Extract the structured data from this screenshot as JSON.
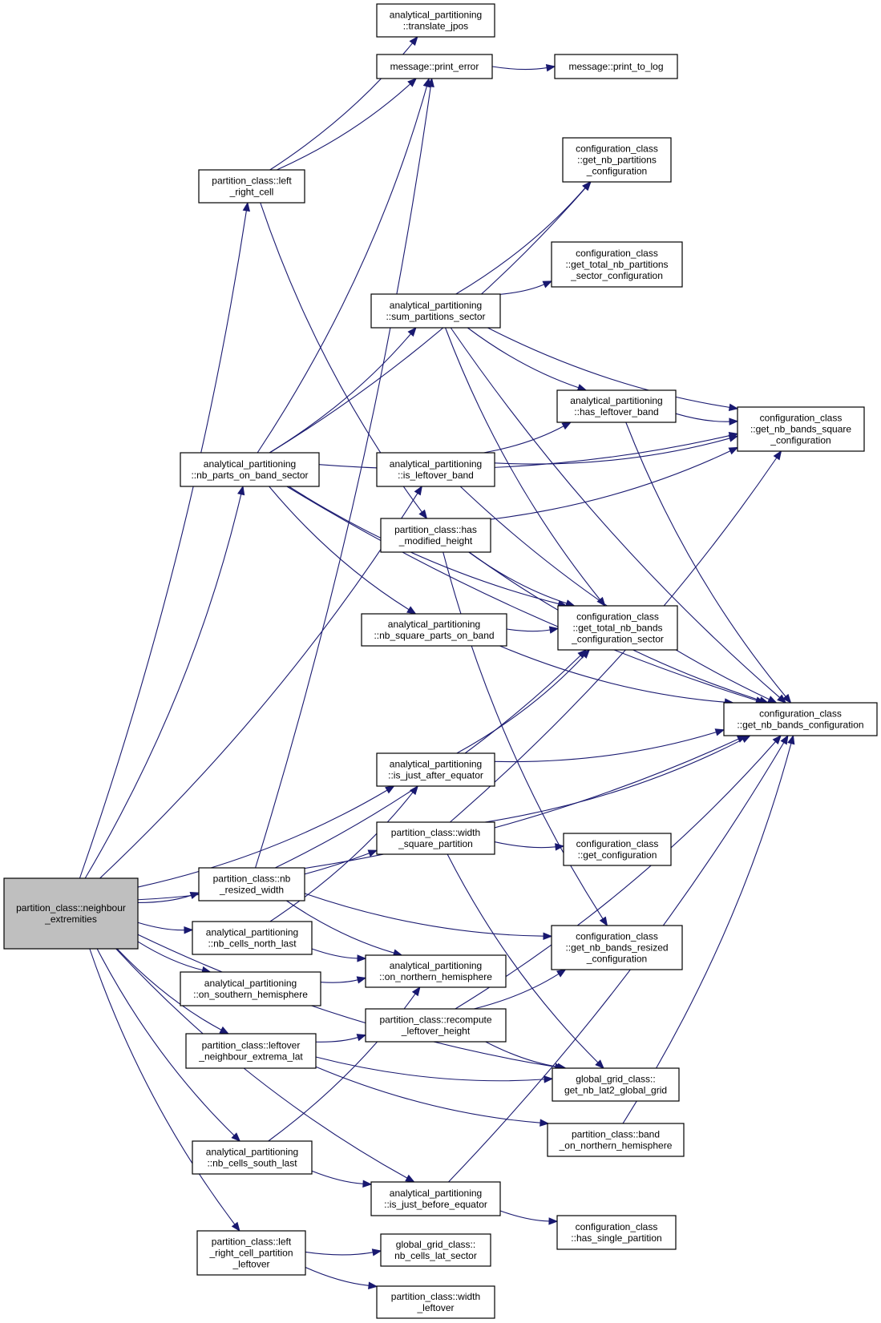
{
  "root": "n_root",
  "nodes": {
    "n_root": [
      "partition_class::neighbour",
      "_extremities"
    ],
    "n_translate_jpos": [
      "analytical_partitioning",
      "::translate_jpos"
    ],
    "n_print_error": [
      "message::print_error"
    ],
    "n_print_to_log": [
      "message::print_to_log"
    ],
    "n_left_right_cell": [
      "partition_class::left",
      "_right_cell"
    ],
    "n_get_nb_partitions": [
      "configuration_class",
      "::get_nb_partitions",
      "_configuration"
    ],
    "n_get_total_nb_partitions": [
      "configuration_class",
      "::get_total_nb_partitions",
      "_sector_configuration"
    ],
    "n_sum_partitions_sector": [
      "analytical_partitioning",
      "::sum_partitions_sector"
    ],
    "n_has_leftover_band": [
      "analytical_partitioning",
      "::has_leftover_band"
    ],
    "n_get_nb_bands_square": [
      "configuration_class",
      "::get_nb_bands_square",
      "_configuration"
    ],
    "n_nb_parts_on_band_sector": [
      "analytical_partitioning",
      "::nb_parts_on_band_sector"
    ],
    "n_is_leftover_band": [
      "analytical_partitioning",
      "::is_leftover_band"
    ],
    "n_has_modified_height": [
      "partition_class::has",
      "_modified_height"
    ],
    "n_nb_square_parts_on_band": [
      "analytical_partitioning",
      "::nb_square_parts_on_band"
    ],
    "n_get_total_nb_bands": [
      "configuration_class",
      "::get_total_nb_bands",
      "_configuration_sector"
    ],
    "n_get_nb_bands_configuration": [
      "configuration_class",
      "::get_nb_bands_configuration"
    ],
    "n_is_just_after_equator": [
      "analytical_partitioning",
      "::is_just_after_equator"
    ],
    "n_width_square_partition": [
      "partition_class::width",
      "_square_partition"
    ],
    "n_get_configuration": [
      "configuration_class",
      "::get_configuration"
    ],
    "n_nb_resized_width": [
      "partition_class::nb",
      "_resized_width"
    ],
    "n_nb_cells_north_last": [
      "analytical_partitioning",
      "::nb_cells_north_last"
    ],
    "n_get_nb_bands_resized": [
      "configuration_class",
      "::get_nb_bands_resized",
      "_configuration"
    ],
    "n_on_northern_hemisphere": [
      "analytical_partitioning",
      "::on_northern_hemisphere"
    ],
    "n_on_southern_hemisphere": [
      "analytical_partitioning",
      "::on_southern_hemisphere"
    ],
    "n_recompute_leftover_height": [
      "partition_class::recompute",
      "_leftover_height"
    ],
    "n_leftover_neighbour_extrema_lat": [
      "partition_class::leftover",
      "_neighbour_extrema_lat"
    ],
    "n_get_nb_lat2_global_grid": [
      "global_grid_class::",
      "get_nb_lat2_global_grid"
    ],
    "n_band_on_northern_hemisphere": [
      "partition_class::band",
      "_on_northern_hemisphere"
    ],
    "n_nb_cells_south_last": [
      "analytical_partitioning",
      "::nb_cells_south_last"
    ],
    "n_is_just_before_equator": [
      "analytical_partitioning",
      "::is_just_before_equator"
    ],
    "n_has_single_partition": [
      "configuration_class",
      "::has_single_partition"
    ],
    "n_left_right_cell_partition_leftover": [
      "partition_class::left",
      "_right_cell_partition",
      "_leftover"
    ],
    "n_nb_cells_lat_sector": [
      "global_grid_class::",
      "nb_cells_lat_sector"
    ],
    "n_width_leftover": [
      "partition_class::width",
      "_leftover"
    ]
  },
  "edges": [
    [
      "n_root",
      "n_left_right_cell"
    ],
    [
      "n_root",
      "n_nb_parts_on_band_sector"
    ],
    [
      "n_root",
      "n_is_leftover_band"
    ],
    [
      "n_root",
      "n_is_just_after_equator"
    ],
    [
      "n_root",
      "n_width_square_partition"
    ],
    [
      "n_root",
      "n_nb_resized_width"
    ],
    [
      "n_root",
      "n_nb_cells_north_last"
    ],
    [
      "n_root",
      "n_on_southern_hemisphere"
    ],
    [
      "n_root",
      "n_leftover_neighbour_extrema_lat"
    ],
    [
      "n_root",
      "n_get_nb_lat2_global_grid"
    ],
    [
      "n_root",
      "n_nb_cells_south_last"
    ],
    [
      "n_root",
      "n_is_just_before_equator"
    ],
    [
      "n_root",
      "n_left_right_cell_partition_leftover"
    ],
    [
      "n_left_right_cell",
      "n_translate_jpos"
    ],
    [
      "n_left_right_cell",
      "n_print_error"
    ],
    [
      "n_left_right_cell",
      "n_has_modified_height"
    ],
    [
      "n_print_error",
      "n_print_to_log"
    ],
    [
      "n_nb_parts_on_band_sector",
      "n_print_error"
    ],
    [
      "n_nb_parts_on_band_sector",
      "n_get_nb_partitions"
    ],
    [
      "n_nb_parts_on_band_sector",
      "n_sum_partitions_sector"
    ],
    [
      "n_nb_parts_on_band_sector",
      "n_get_nb_bands_square"
    ],
    [
      "n_nb_parts_on_band_sector",
      "n_nb_square_parts_on_band"
    ],
    [
      "n_nb_parts_on_band_sector",
      "n_get_total_nb_bands"
    ],
    [
      "n_nb_parts_on_band_sector",
      "n_get_nb_bands_configuration"
    ],
    [
      "n_sum_partitions_sector",
      "n_get_nb_partitions"
    ],
    [
      "n_sum_partitions_sector",
      "n_get_total_nb_partitions"
    ],
    [
      "n_sum_partitions_sector",
      "n_get_nb_bands_square"
    ],
    [
      "n_sum_partitions_sector",
      "n_has_leftover_band"
    ],
    [
      "n_sum_partitions_sector",
      "n_get_total_nb_bands"
    ],
    [
      "n_sum_partitions_sector",
      "n_get_nb_bands_configuration"
    ],
    [
      "n_has_leftover_band",
      "n_get_nb_bands_square"
    ],
    [
      "n_has_leftover_band",
      "n_get_nb_bands_configuration"
    ],
    [
      "n_is_leftover_band",
      "n_has_leftover_band"
    ],
    [
      "n_is_leftover_band",
      "n_get_nb_bands_square"
    ],
    [
      "n_is_leftover_band",
      "n_get_nb_bands_configuration"
    ],
    [
      "n_has_modified_height",
      "n_get_nb_bands_square"
    ],
    [
      "n_has_modified_height",
      "n_get_total_nb_bands"
    ],
    [
      "n_has_modified_height",
      "n_get_nb_bands_configuration"
    ],
    [
      "n_has_modified_height",
      "n_get_nb_bands_resized"
    ],
    [
      "n_nb_square_parts_on_band",
      "n_get_total_nb_bands"
    ],
    [
      "n_nb_square_parts_on_band",
      "n_get_nb_bands_configuration"
    ],
    [
      "n_is_just_after_equator",
      "n_get_total_nb_bands"
    ],
    [
      "n_is_just_after_equator",
      "n_get_nb_bands_configuration"
    ],
    [
      "n_width_square_partition",
      "n_get_nb_bands_square"
    ],
    [
      "n_width_square_partition",
      "n_get_configuration"
    ],
    [
      "n_width_square_partition",
      "n_get_nb_bands_configuration"
    ],
    [
      "n_width_square_partition",
      "n_get_nb_lat2_global_grid"
    ],
    [
      "n_nb_resized_width",
      "n_print_error"
    ],
    [
      "n_nb_resized_width",
      "n_get_total_nb_bands"
    ],
    [
      "n_nb_resized_width",
      "n_get_nb_bands_resized"
    ],
    [
      "n_nb_resized_width",
      "n_on_northern_hemisphere"
    ],
    [
      "n_nb_resized_width",
      "n_get_nb_bands_configuration"
    ],
    [
      "n_nb_cells_north_last",
      "n_is_just_after_equator"
    ],
    [
      "n_nb_cells_north_last",
      "n_on_northern_hemisphere"
    ],
    [
      "n_on_southern_hemisphere",
      "n_on_northern_hemisphere"
    ],
    [
      "n_leftover_neighbour_extrema_lat",
      "n_recompute_leftover_height"
    ],
    [
      "n_leftover_neighbour_extrema_lat",
      "n_get_nb_lat2_global_grid"
    ],
    [
      "n_leftover_neighbour_extrema_lat",
      "n_band_on_northern_hemisphere"
    ],
    [
      "n_recompute_leftover_height",
      "n_get_nb_bands_resized"
    ],
    [
      "n_recompute_leftover_height",
      "n_get_nb_lat2_global_grid"
    ],
    [
      "n_recompute_leftover_height",
      "n_get_nb_bands_configuration"
    ],
    [
      "n_band_on_northern_hemisphere",
      "n_get_nb_bands_configuration"
    ],
    [
      "n_nb_cells_south_last",
      "n_on_northern_hemisphere"
    ],
    [
      "n_nb_cells_south_last",
      "n_is_just_before_equator"
    ],
    [
      "n_is_just_before_equator",
      "n_get_nb_bands_configuration"
    ],
    [
      "n_is_just_before_equator",
      "n_has_single_partition"
    ],
    [
      "n_left_right_cell_partition_leftover",
      "n_nb_cells_lat_sector"
    ],
    [
      "n_left_right_cell_partition_leftover",
      "n_width_leftover"
    ]
  ],
  "colors": {
    "edge": "#191970",
    "node_fill": "#ffffff",
    "node_border": "#000000",
    "root_fill": "#bfbfbf",
    "background": "#ffffff"
  }
}
